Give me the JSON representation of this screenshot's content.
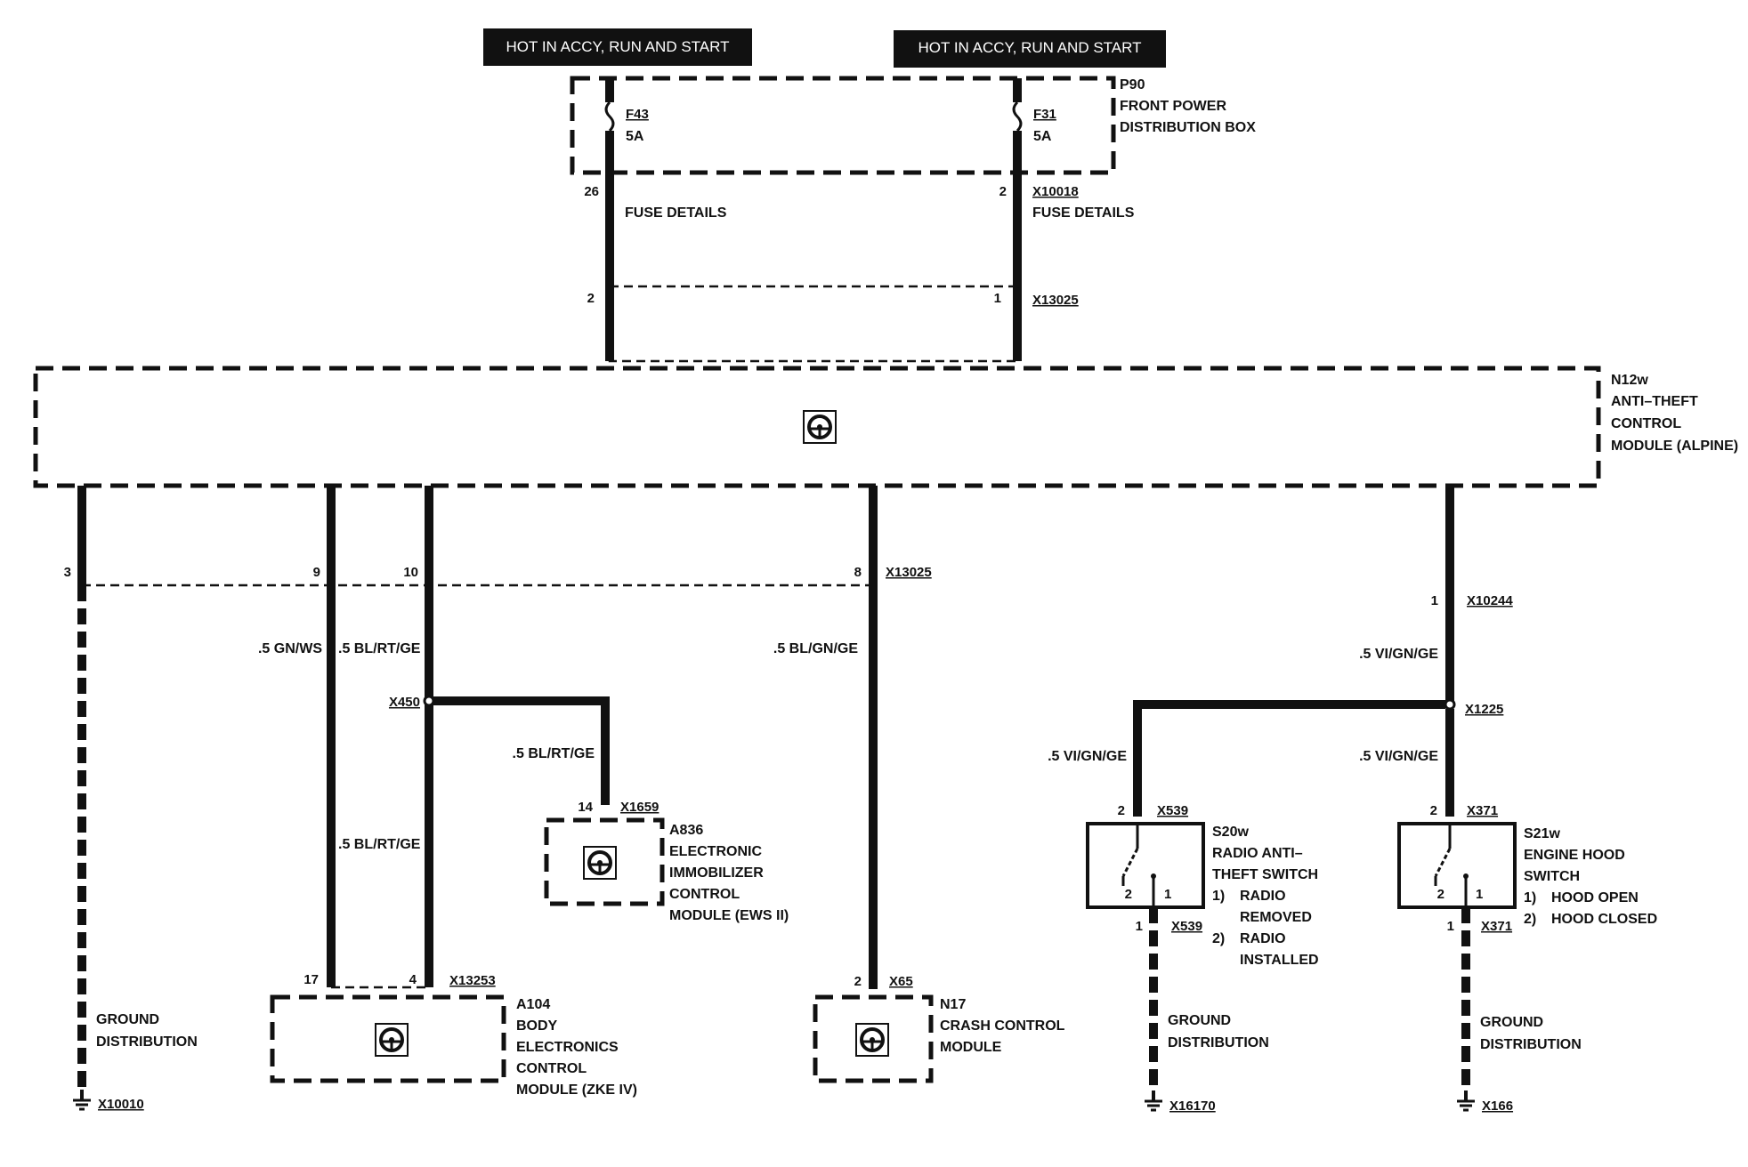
{
  "banners": {
    "left": "HOT IN ACCY, RUN AND START",
    "right": "HOT IN ACCY, RUN AND START"
  },
  "power_box": {
    "id": "P90",
    "name_line1": "FRONT POWER",
    "name_line2": "DISTRIBUTION BOX",
    "fuse_left_id": "F43",
    "fuse_left_rating": "5A",
    "fuse_right_id": "F31",
    "fuse_right_rating": "5A"
  },
  "fuse_details": {
    "left_pin": "26",
    "right_pin": "2",
    "connector": "X10018",
    "left_label": "FUSE DETAILS",
    "right_label": "FUSE DETAILS"
  },
  "upper_connector": {
    "left_pin": "2",
    "right_pin": "1",
    "id": "X13025"
  },
  "antitheft_module": {
    "id": "N12w",
    "line1": "ANTI–THEFT",
    "line2": "CONTROL",
    "line3": "MODULE (ALPINE)"
  },
  "lower_connector": {
    "pin_ground": "3",
    "pin_gn": "9",
    "pin_bl": "10",
    "pin_crash": "8",
    "id": "X13025"
  },
  "wires": {
    "gn_ws": ".5 GN/WS",
    "bl_rt_ge_top": ".5 BL/RT/GE",
    "bl_rt_ge_branch": ".5 BL/RT/GE",
    "bl_rt_ge_lower": ".5 BL/RT/GE",
    "bl_gn_ge": ".5 BL/GN/GE",
    "vi_gn_ge_top": ".5 VI/GN/GE",
    "vi_gn_ge_left": ".5 VI/GN/GE",
    "vi_gn_ge_right": ".5 VI/GN/GE"
  },
  "splices": {
    "x450": "X450",
    "x1225": "X1225"
  },
  "x10244": {
    "pin": "1",
    "id": "X10244"
  },
  "immobilizer": {
    "pin": "14",
    "connector": "X1659",
    "id": "A836",
    "line1": "ELECTRONIC",
    "line2": "IMMOBILIZER",
    "line3": "CONTROL",
    "line4": "MODULE (EWS II)"
  },
  "body_module": {
    "pin_left": "17",
    "pin_right": "4",
    "connector": "X13253",
    "id": "A104",
    "line1": "BODY",
    "line2": "ELECTRONICS",
    "line3": "CONTROL",
    "line4": "MODULE (ZKE IV)"
  },
  "crash_module": {
    "pin": "2",
    "connector": "X65",
    "id": "N17",
    "line1": "CRASH CONTROL",
    "line2": "MODULE"
  },
  "radio_switch": {
    "pin_top": "2",
    "connector_top": "X539",
    "pin_bottom": "1",
    "connector_bottom": "X539",
    "internal_left": "2",
    "internal_right": "1",
    "id": "S20w",
    "line1": "RADIO ANTI–",
    "line2": "THEFT SWITCH",
    "state1_num": "1)",
    "state1_line1": "RADIO",
    "state1_line2": "REMOVED",
    "state2_num": "2)",
    "state2_line1": "RADIO",
    "state2_line2": "INSTALLED"
  },
  "hood_switch": {
    "pin_top": "2",
    "connector_top": "X371",
    "pin_bottom": "1",
    "connector_bottom": "X371",
    "internal_left": "2",
    "internal_right": "1",
    "id": "S21w",
    "line1": "ENGINE HOOD",
    "line2": "SWITCH",
    "state1_num": "1)",
    "state1": "HOOD OPEN",
    "state2_num": "2)",
    "state2": "HOOD CLOSED"
  },
  "grounds": {
    "left_line1": "GROUND",
    "left_line2": "DISTRIBUTION",
    "left_id": "X10010",
    "mid_line1": "GROUND",
    "mid_line2": "DISTRIBUTION",
    "mid_id": "X16170",
    "right_line1": "GROUND",
    "right_line2": "DISTRIBUTION",
    "right_id": "X166"
  },
  "icons": [
    "steering-wheel-icon",
    "ground-symbol-icon",
    "fuse-icon",
    "switch-contact-icon"
  ],
  "colors": {
    "ink": "#111111",
    "banner_bg": "#111111",
    "banner_text": "#ffffff",
    "background": "#ffffff"
  }
}
